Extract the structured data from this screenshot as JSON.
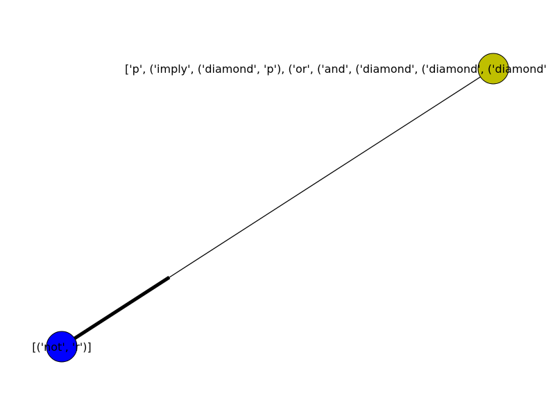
{
  "graph": {
    "nodes": [
      {
        "id": "n0",
        "label": "['p', ('imply', ('diamond', 'p'), ('or', ('and', ('diamond', ('diamond', ('diamond'",
        "color": "#bfbf00"
      },
      {
        "id": "n1",
        "label": "[('not', 'r')]",
        "color": "#0000ff"
      }
    ],
    "edges": [
      {
        "source": "n0",
        "target": "n1",
        "directed": true
      }
    ],
    "edge_color": "#000000",
    "node_border_color": "#000000"
  }
}
